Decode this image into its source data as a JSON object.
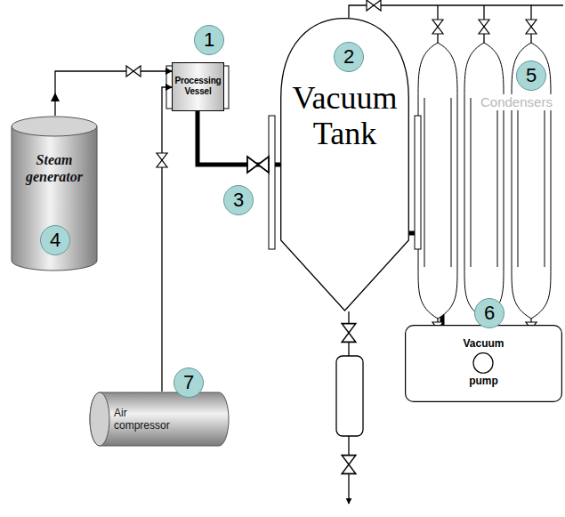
{
  "diagram": {
    "nodes": [
      {
        "text": [
          "Processing Vessel"
        ]
      },
      {
        "text": [
          "Vacuum Tank"
        ]
      },
      {
        "text": [
          "Condensers"
        ]
      },
      {
        "text": [
          "Steam generator"
        ]
      },
      {
        "text": [
          "Air compressor"
        ]
      },
      {
        "text": [
          "Vacuum pump"
        ]
      }
    ],
    "edges": [
      {
        "from": 3,
        "to": 0,
        "arrow": "to"
      },
      {
        "from": 4,
        "to": 0,
        "arrow": "to"
      },
      {
        "from": 0,
        "to": 1,
        "arrow": "none"
      },
      {
        "from": 1,
        "to": 5,
        "arrow": "none"
      },
      {
        "from": 1,
        "to": 2,
        "arrow": "none"
      }
    ],
    "labels": [
      "1",
      "2",
      "3",
      "4",
      "5",
      "6",
      "7"
    ]
  }
}
